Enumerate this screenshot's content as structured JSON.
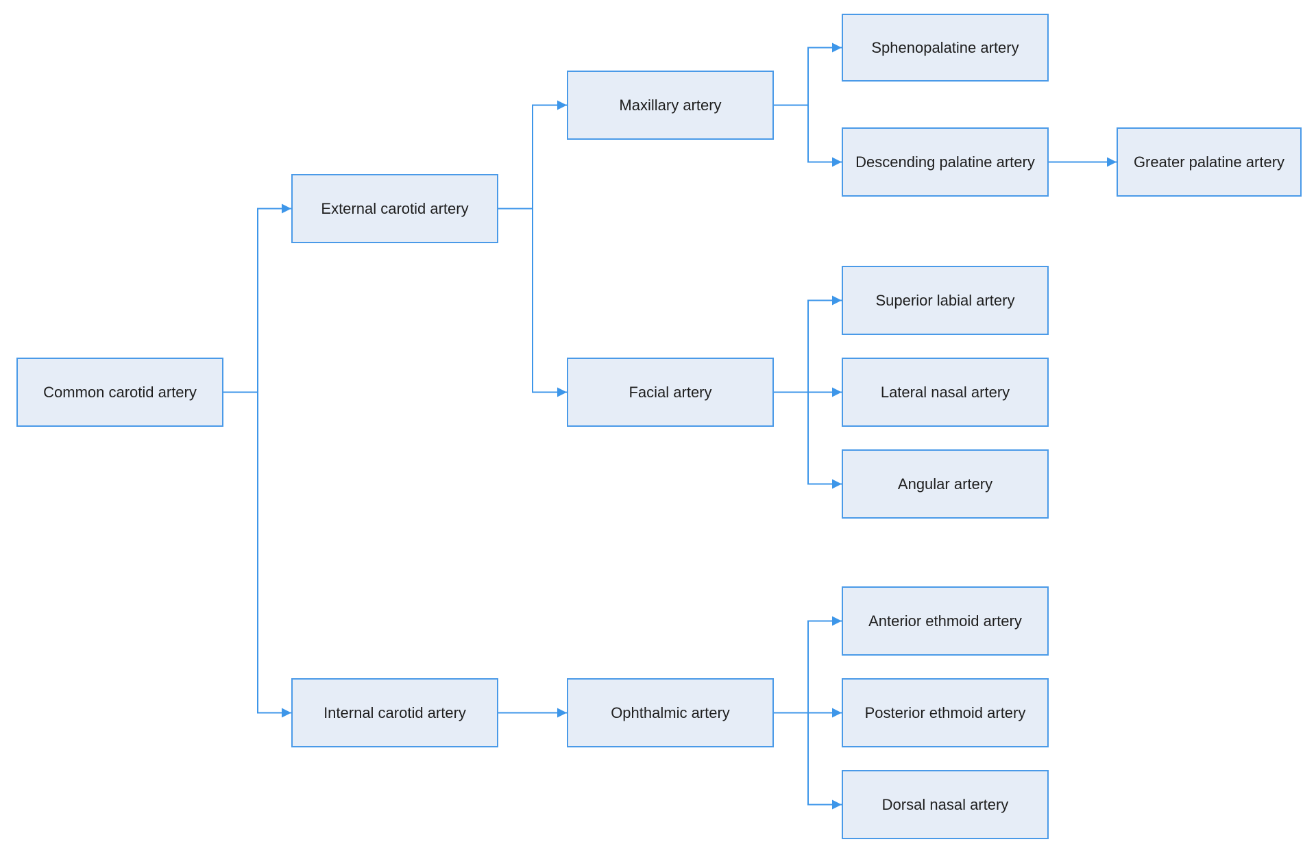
{
  "diagram": {
    "colors": {
      "node_fill": "#e6edf7",
      "node_border": "#4a9ae8",
      "edge": "#3d96e9",
      "text": "#1e1e1e"
    },
    "nodes": {
      "common_carotid": "Common carotid artery",
      "external_carotid": "External carotid artery",
      "internal_carotid": "Internal carotid artery",
      "maxillary": "Maxillary artery",
      "facial": "Facial artery",
      "ophthalmic": "Ophthalmic artery",
      "sphenopalatine": "Sphenopalatine artery",
      "descending_palatine": "Descending palatine artery",
      "greater_palatine": "Greater palatine artery",
      "superior_labial": "Superior labial artery",
      "lateral_nasal": "Lateral nasal artery",
      "angular": "Angular artery",
      "anterior_ethmoid": "Anterior ethmoid artery",
      "posterior_ethmoid": "Posterior ethmoid artery",
      "dorsal_nasal": "Dorsal nasal artery"
    },
    "edges": [
      [
        "common_carotid",
        "external_carotid"
      ],
      [
        "common_carotid",
        "internal_carotid"
      ],
      [
        "external_carotid",
        "maxillary"
      ],
      [
        "external_carotid",
        "facial"
      ],
      [
        "internal_carotid",
        "ophthalmic"
      ],
      [
        "maxillary",
        "sphenopalatine"
      ],
      [
        "maxillary",
        "descending_palatine"
      ],
      [
        "descending_palatine",
        "greater_palatine"
      ],
      [
        "facial",
        "superior_labial"
      ],
      [
        "facial",
        "lateral_nasal"
      ],
      [
        "facial",
        "angular"
      ],
      [
        "ophthalmic",
        "anterior_ethmoid"
      ],
      [
        "ophthalmic",
        "posterior_ethmoid"
      ],
      [
        "ophthalmic",
        "dorsal_nasal"
      ]
    ]
  }
}
